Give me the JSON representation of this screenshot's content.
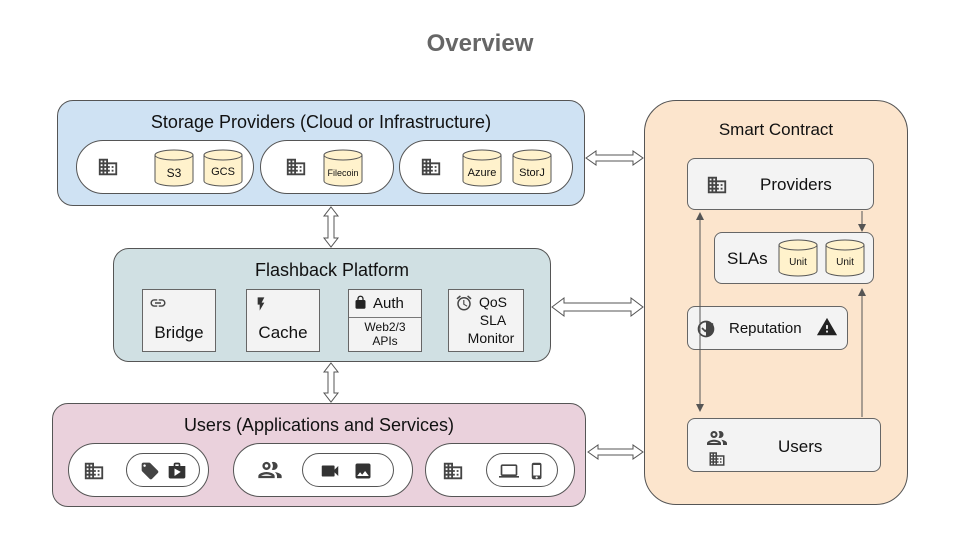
{
  "title": "Overview",
  "storage": {
    "title": "Storage Providers (Cloud or Infrastructure)",
    "groups": [
      {
        "items": [
          "S3",
          "GCS"
        ]
      },
      {
        "items": [
          "Filecoin"
        ]
      },
      {
        "items": [
          "Azure",
          "StorJ"
        ]
      }
    ]
  },
  "platform": {
    "title": "Flashback Platform",
    "features": {
      "bridge": "Bridge",
      "cache": "Cache",
      "auth": "Auth",
      "auth_sub": [
        "Web2/3",
        "APIs"
      ],
      "qos": [
        "QoS",
        "SLA",
        "Monitor"
      ]
    }
  },
  "users_panel": {
    "title": "Users (Applications and Services)"
  },
  "smart_contract": {
    "title": "Smart Contract",
    "providers": "Providers",
    "slas": "SLAs",
    "units": [
      "Unit",
      "Unit"
    ],
    "reputation": "Reputation",
    "users": "Users"
  },
  "colors": {
    "storage_bg": "#cfe2f3",
    "platform_bg": "#d0e0e3",
    "users_bg": "#ead1dc",
    "contract_bg": "#fce5cd",
    "cylinder": "#fff2cc"
  }
}
